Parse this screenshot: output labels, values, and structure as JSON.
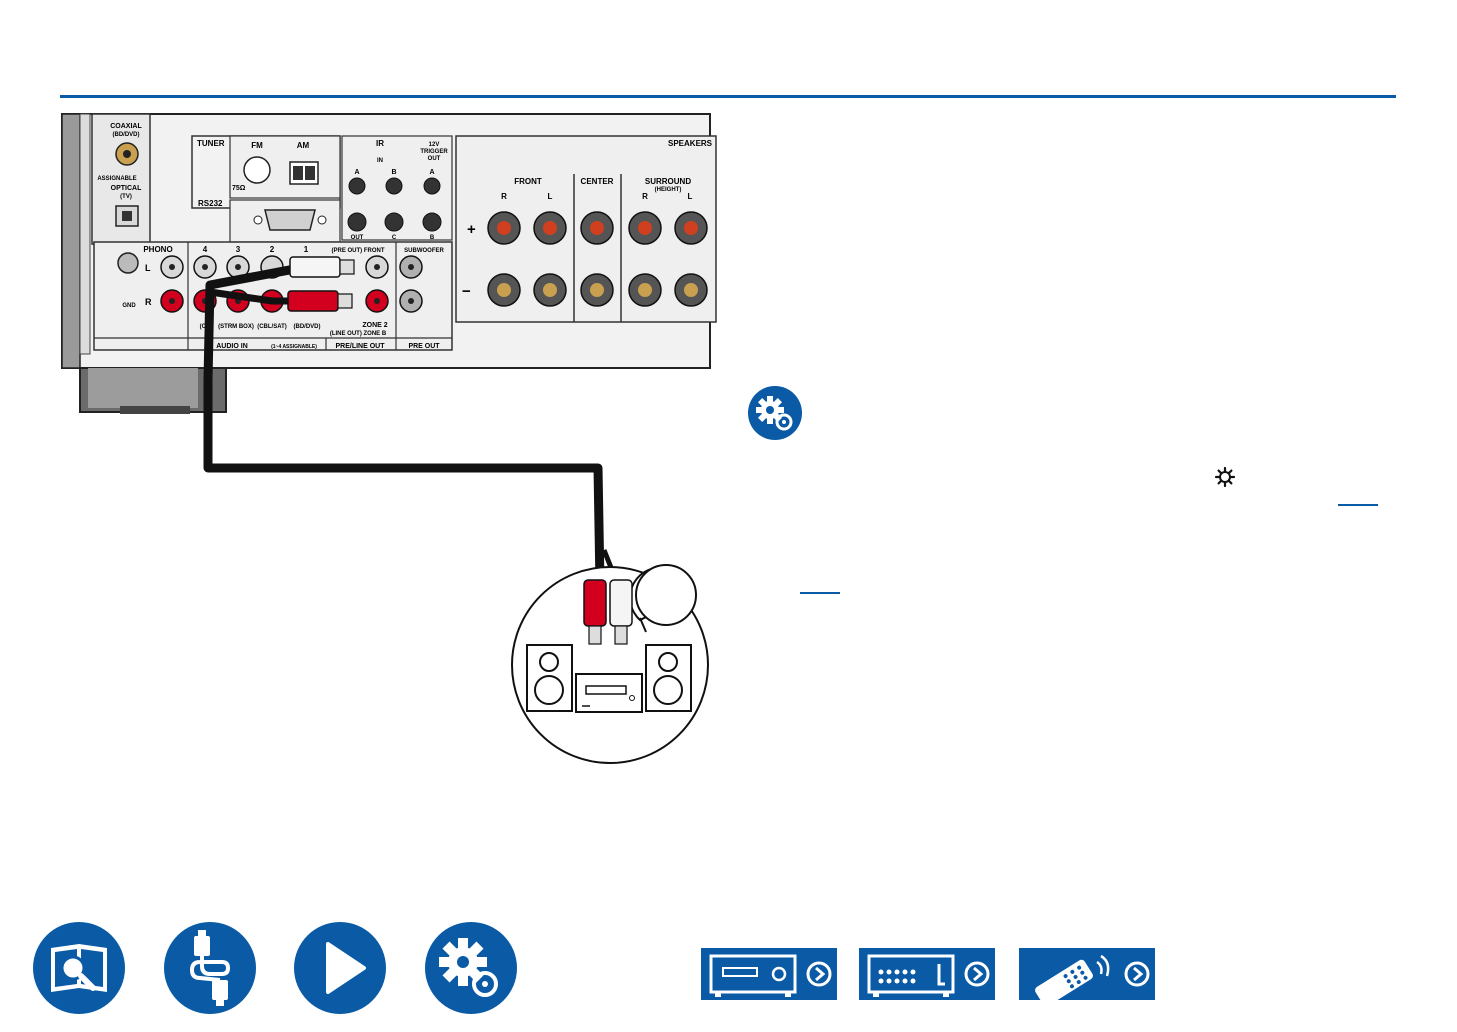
{
  "panel": {
    "coaxial": "COAXIAL",
    "coaxial_sub": "(BD/DVD)",
    "assignable": "ASSIGNABLE",
    "optical": "OPTICAL",
    "optical_sub": "(TV)",
    "tuner": "TUNER",
    "fm": "FM",
    "am": "AM",
    "ohm": "75Ω",
    "ir": "IR",
    "ir_in": "IN",
    "ir_a": "A",
    "ir_b": "B",
    "trigger_1": "12V",
    "trigger_2": "TRIGGER",
    "trigger_3": "OUT",
    "trigger_a": "A",
    "rs232": "RS232",
    "out": "OUT",
    "c": "C",
    "b": "B",
    "speakers": "SPEAKERS",
    "front": "FRONT",
    "center": "CENTER",
    "surround": "SURROUND",
    "height": "(HEIGHT)",
    "r": "R",
    "l": "L",
    "plus": "+",
    "minus": "−",
    "phono": "PHONO",
    "gnd": "GND",
    "in_4": "4",
    "in_3": "3",
    "in_2": "2",
    "in_1": "1",
    "pre_out_front": "(PRE OUT) FRONT",
    "subwoofer": "SUBWOOFER",
    "lbl_cd": "(CD)",
    "lbl_strm": "(STRM BOX)",
    "lbl_cblsat": "(CBL/SAT)",
    "lbl_bddvd": "(BD/DVD)",
    "zone2": "ZONE 2",
    "line_out_zoneb": "(LINE OUT) ZONE B",
    "audio_in": "AUDIO IN",
    "assignable_1_4": "(1~4 ASSIGNABLE)",
    "pre_line_out": "PRE/LINE OUT",
    "pre_out": "PRE OUT"
  },
  "nav": {
    "btn1": "manual-search",
    "btn2": "connections",
    "btn3": "playback",
    "btn4": "setup"
  },
  "selectors": {
    "btn1": "front-panel",
    "btn2": "rear-panel",
    "btn3": "remote"
  },
  "colors": {
    "accent": "#0a5aa5",
    "cable_red": "#d2001e"
  }
}
